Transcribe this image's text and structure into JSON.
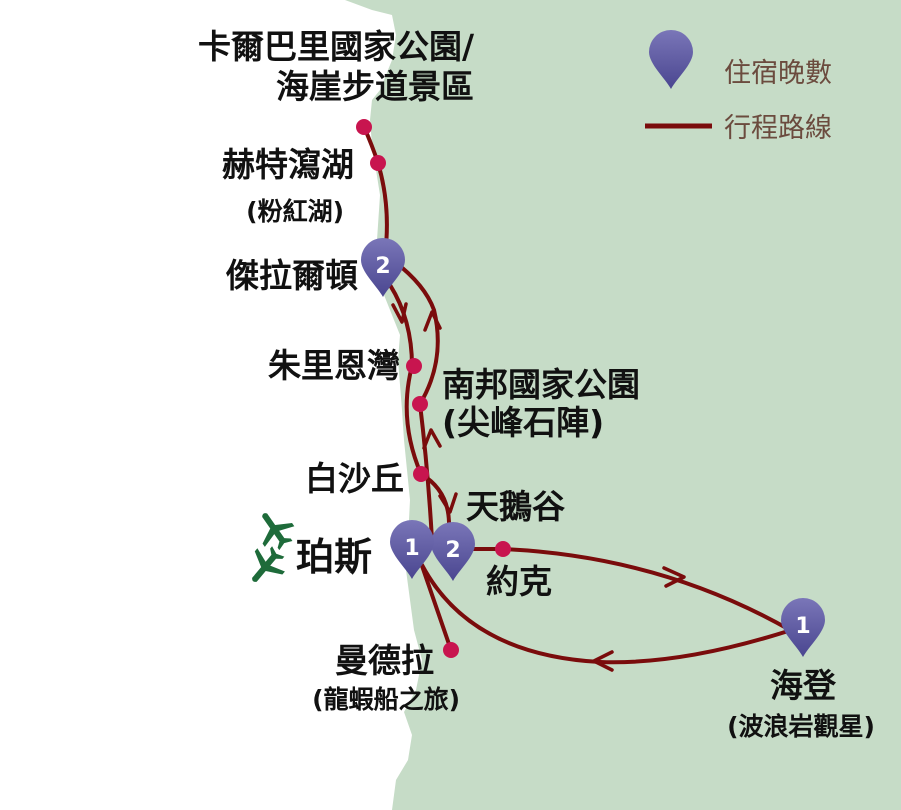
{
  "legend": {
    "nights_label": "住宿晚數",
    "route_label": "行程路線"
  },
  "colors": {
    "land": "#c6dcc7",
    "route": "#7a0c0c",
    "stop": "#c8154f",
    "marker": "#5f5aa2",
    "airport": "#1e6b3a"
  },
  "places": {
    "kalbarri_line1": "卡爾巴里國家公園/",
    "kalbarri_line2": "海崖步道景區",
    "hutt": "赫特瀉湖",
    "hutt_sub": "(粉紅湖)",
    "geraldton": "傑拉爾頓",
    "jurien": "朱里恩灣",
    "nambung_line1": "南邦國家公園",
    "nambung_line2": "(尖峰石陣)",
    "lancelin": "白沙丘",
    "swan_valley": "天鵝谷",
    "perth": "珀斯",
    "york": "約克",
    "mandurah": "曼德拉",
    "mandurah_sub": "(龍蝦船之旅)",
    "hyden": "海登",
    "hyden_sub": "(波浪岩觀星)"
  },
  "nights": {
    "geraldton": "2",
    "perth": "1",
    "swan_valley": "2",
    "hyden": "1"
  },
  "icons": {
    "airport": "airplane-icon",
    "marker": "map-pin-icon"
  }
}
